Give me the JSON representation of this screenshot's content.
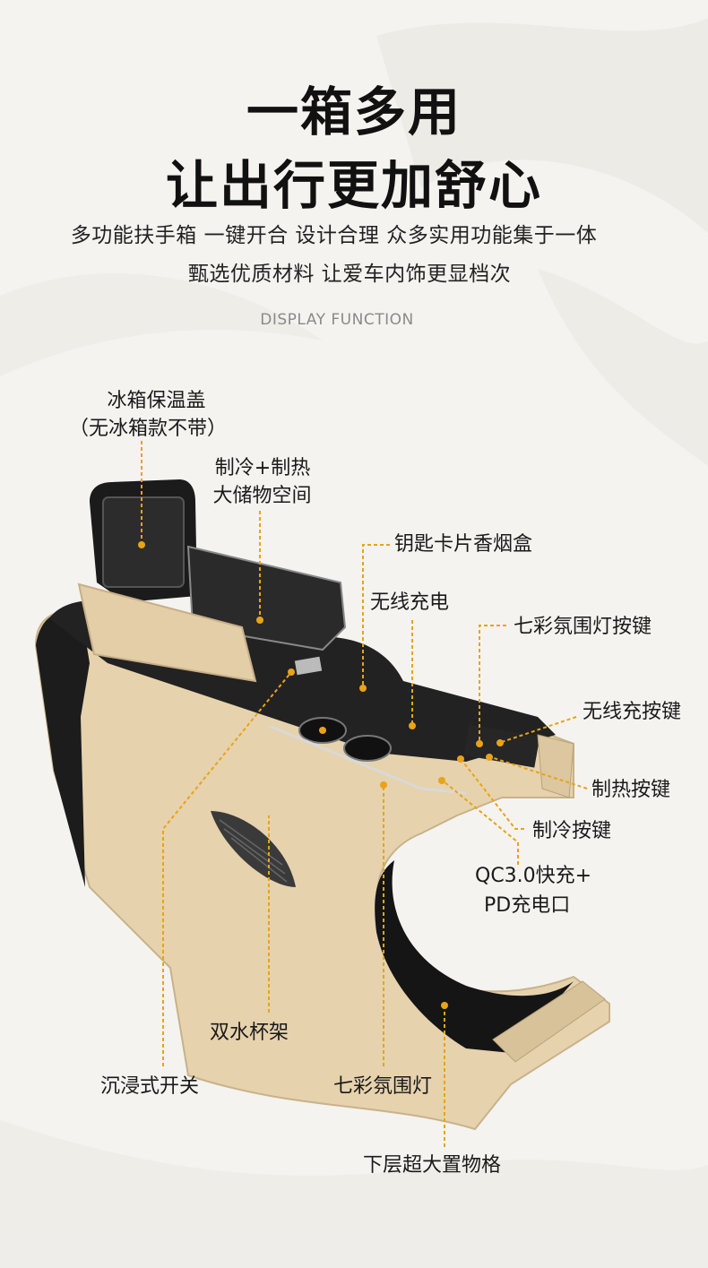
{
  "headline": {
    "line1": "一箱多用",
    "line2": "让出行更加舒心"
  },
  "subtitle": {
    "line1": "多功能扶手箱 一键开合 设计合理 众多实用功能集于一体",
    "line2": "甄选优质材料 让爱车内饰更显档次"
  },
  "section_tag": "DISPLAY FUNCTION",
  "callouts": {
    "ice_lid_1": "冰箱保温盖",
    "ice_lid_2": "（无冰箱款不带）",
    "storage_1": "制冷+制热",
    "storage_2": "大储物空间",
    "key_box": "钥匙卡片香烟盒",
    "wireless_charge": "无线充电",
    "ambient_button": "七彩氛围灯按键",
    "wireless_button": "无线充按键",
    "heat_button": "制热按键",
    "cool_button": "制冷按键",
    "usb_1": "QC3.0快充+",
    "usb_2": "PD充电口",
    "cup_holder": "双水杯架",
    "switch": "沉浸式开关",
    "ambient_light": "七彩氛围灯",
    "lower_storage": "下层超大置物格"
  },
  "colors": {
    "accent_line": "#e8a317",
    "body_beige": "#e6d2ad",
    "trim_black": "#1c1c1c"
  }
}
